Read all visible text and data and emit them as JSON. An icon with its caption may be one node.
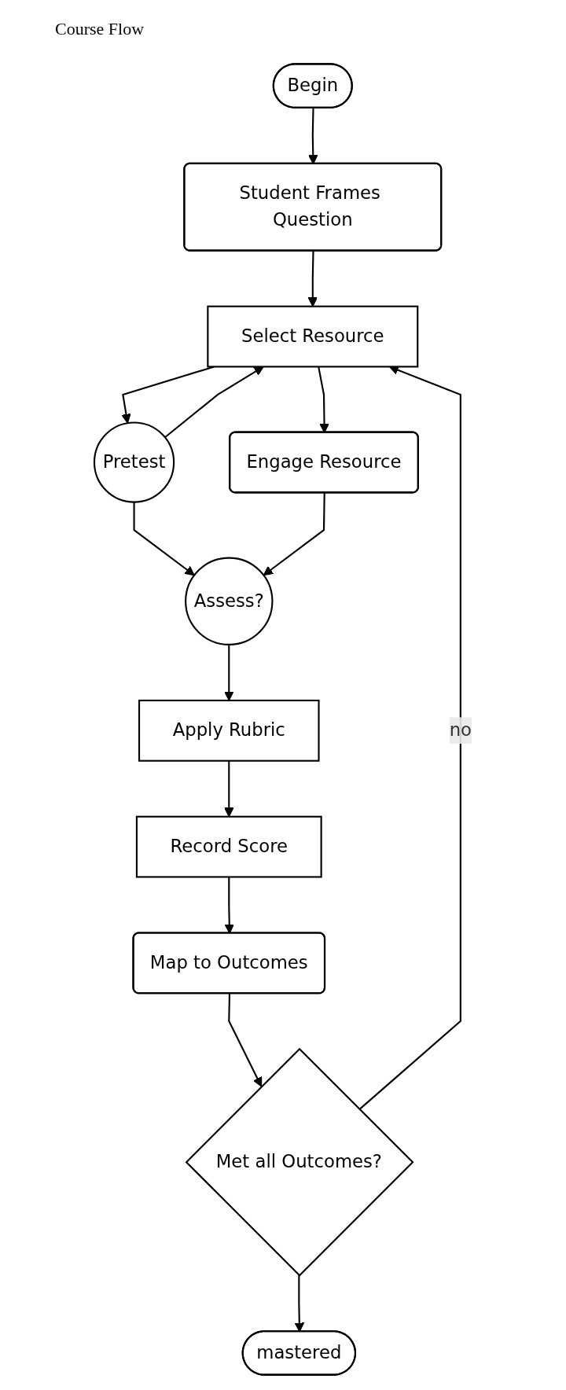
{
  "diagram": {
    "title": "Course Flow",
    "nodes": [
      {
        "text": [
          "Begin"
        ]
      },
      {
        "text": [
          "Student Frames Question"
        ]
      },
      {
        "text": [
          "Pretest"
        ]
      },
      {
        "text": [
          "Select Resource"
        ]
      },
      {
        "text": [
          "Engage Resource"
        ]
      },
      {
        "text": [
          "Assess?"
        ]
      },
      {
        "text": [
          "Apply Rubric"
        ]
      },
      {
        "text": [
          "Record Score"
        ]
      },
      {
        "text": [
          "Map to Outcomes"
        ]
      },
      {
        "text": [
          "Met all Outcomes?"
        ]
      },
      {
        "text": [
          "mastered"
        ]
      }
    ],
    "edges": [
      {
        "from": 0,
        "to": 1,
        "arrow": "to"
      },
      {
        "from": 1,
        "to": 3,
        "arrow": "to"
      },
      {
        "from": 3,
        "to": 2,
        "arrow": "to"
      },
      {
        "from": 2,
        "to": 3,
        "arrow": "to"
      },
      {
        "from": 3,
        "to": 4,
        "arrow": "to"
      },
      {
        "from": 2,
        "to": 5,
        "arrow": "to"
      },
      {
        "from": 4,
        "to": 5,
        "arrow": "to"
      },
      {
        "from": 5,
        "to": 6,
        "arrow": "to"
      },
      {
        "from": 6,
        "to": 7,
        "arrow": "to"
      },
      {
        "from": 7,
        "to": 8,
        "arrow": "to"
      },
      {
        "from": 8,
        "to": 9,
        "arrow": "to"
      },
      {
        "from": 9,
        "to": 3,
        "arrow": "to",
        "label": "no"
      },
      {
        "from": 9,
        "to": 10,
        "arrow": "to"
      }
    ]
  }
}
